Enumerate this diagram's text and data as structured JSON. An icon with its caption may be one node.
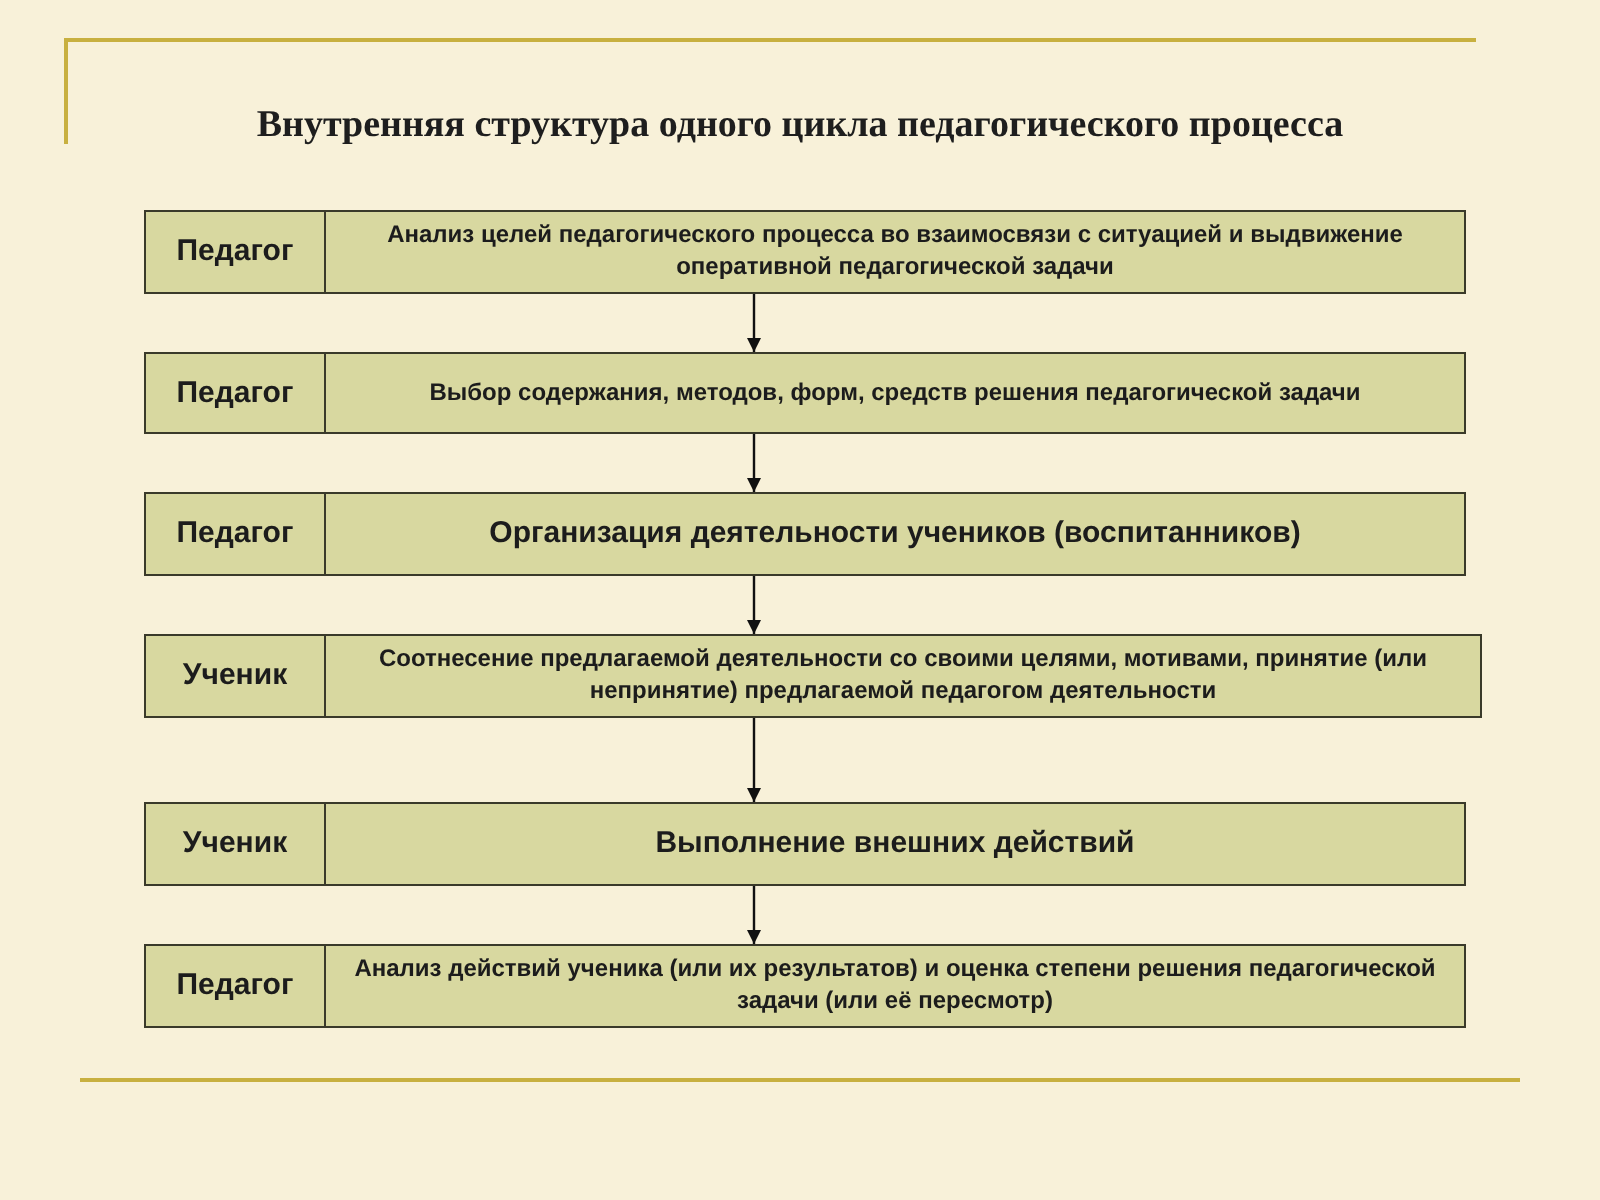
{
  "diagram": {
    "title": "Внутренняя структура одного цикла педагогического процесса",
    "nodes": [
      {
        "text": [
          "Педагог"
        ]
      },
      {
        "text": [
          "Анализ целей педагогического процесса во взаимосвязи с ситуацией и выдвижение оперативной педагогической задачи"
        ]
      },
      {
        "text": [
          "Педагог"
        ]
      },
      {
        "text": [
          "Выбор содержания, методов, форм, средств решения педагогической задачи"
        ]
      },
      {
        "text": [
          "Педагог"
        ]
      },
      {
        "text": [
          "Организация деятельности учеников (воспитанников)"
        ]
      },
      {
        "text": [
          "Ученик"
        ]
      },
      {
        "text": [
          "Соотнесение предлагаемой деятельности со своими целями, мотивами, принятие (или непринятие) предлагаемой педагогом деятельности"
        ]
      },
      {
        "text": [
          "Ученик"
        ]
      },
      {
        "text": [
          "Выполнение внешних действий"
        ]
      },
      {
        "text": [
          "Педагог"
        ]
      },
      {
        "text": [
          "Анализ действий ученика (или их результатов) и оценка степени решения педагогической задачи (или её пересмотр)"
        ]
      }
    ],
    "edges": [
      {
        "from": 1,
        "to": 3,
        "arrow": "to"
      },
      {
        "from": 3,
        "to": 5,
        "arrow": "to"
      },
      {
        "from": 5,
        "to": 7,
        "arrow": "to"
      },
      {
        "from": 7,
        "to": 9,
        "arrow": "to"
      },
      {
        "from": 9,
        "to": 11,
        "arrow": "to"
      }
    ]
  }
}
